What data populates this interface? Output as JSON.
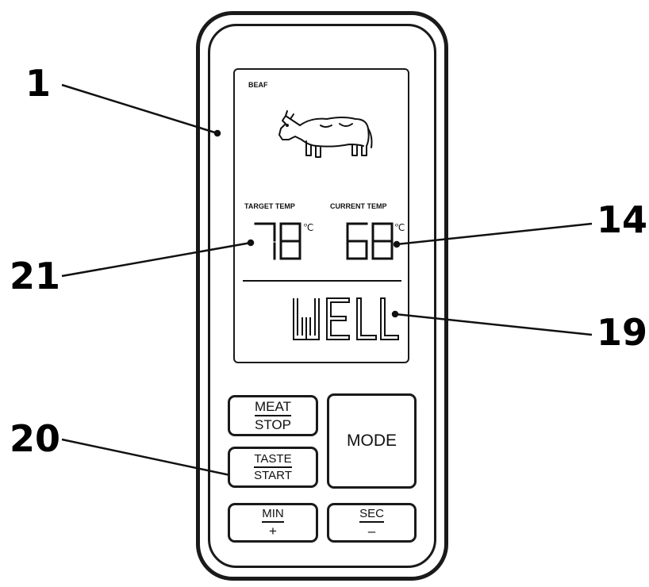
{
  "callouts": {
    "c1": "1",
    "c14": "14",
    "c19": "19",
    "c20": "20",
    "c21": "21"
  },
  "display": {
    "meat_label": "BEAF",
    "meat_icon": "cow-icon",
    "target_label": "TARGET TEMP",
    "current_label": "CURRENT TEMP",
    "target_value": "78",
    "current_value": "68",
    "unit": "℃",
    "doneness": "WELL"
  },
  "buttons": {
    "meat_stop": {
      "top": "MEAT",
      "bottom": "STOP"
    },
    "taste_start": {
      "top": "TASTE",
      "bottom": "START"
    },
    "mode": "MODE",
    "min_plus": {
      "top": "MIN",
      "bottom": "+"
    },
    "sec_minus": {
      "top": "SEC",
      "bottom": "–"
    }
  }
}
